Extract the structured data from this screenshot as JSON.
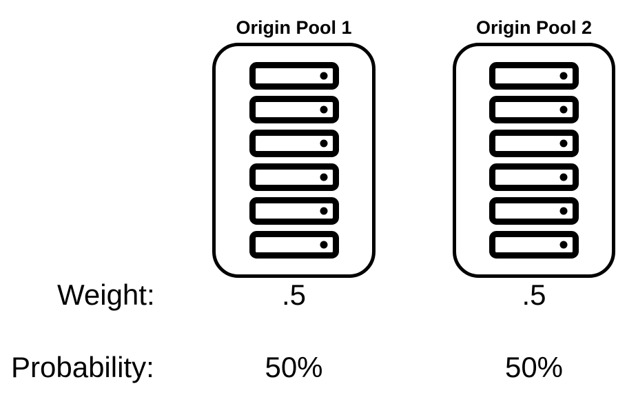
{
  "diagram": {
    "background_color": "#ffffff",
    "ink_color": "#000000",
    "pools": [
      {
        "title": "Origin Pool 1",
        "server_count": 6,
        "weight": ".5",
        "probability": "50%"
      },
      {
        "title": "Origin Pool 2",
        "server_count": 6,
        "weight": ".5",
        "probability": "50%"
      }
    ],
    "labels": {
      "weight": "Weight:",
      "probability": "Probability:"
    }
  }
}
